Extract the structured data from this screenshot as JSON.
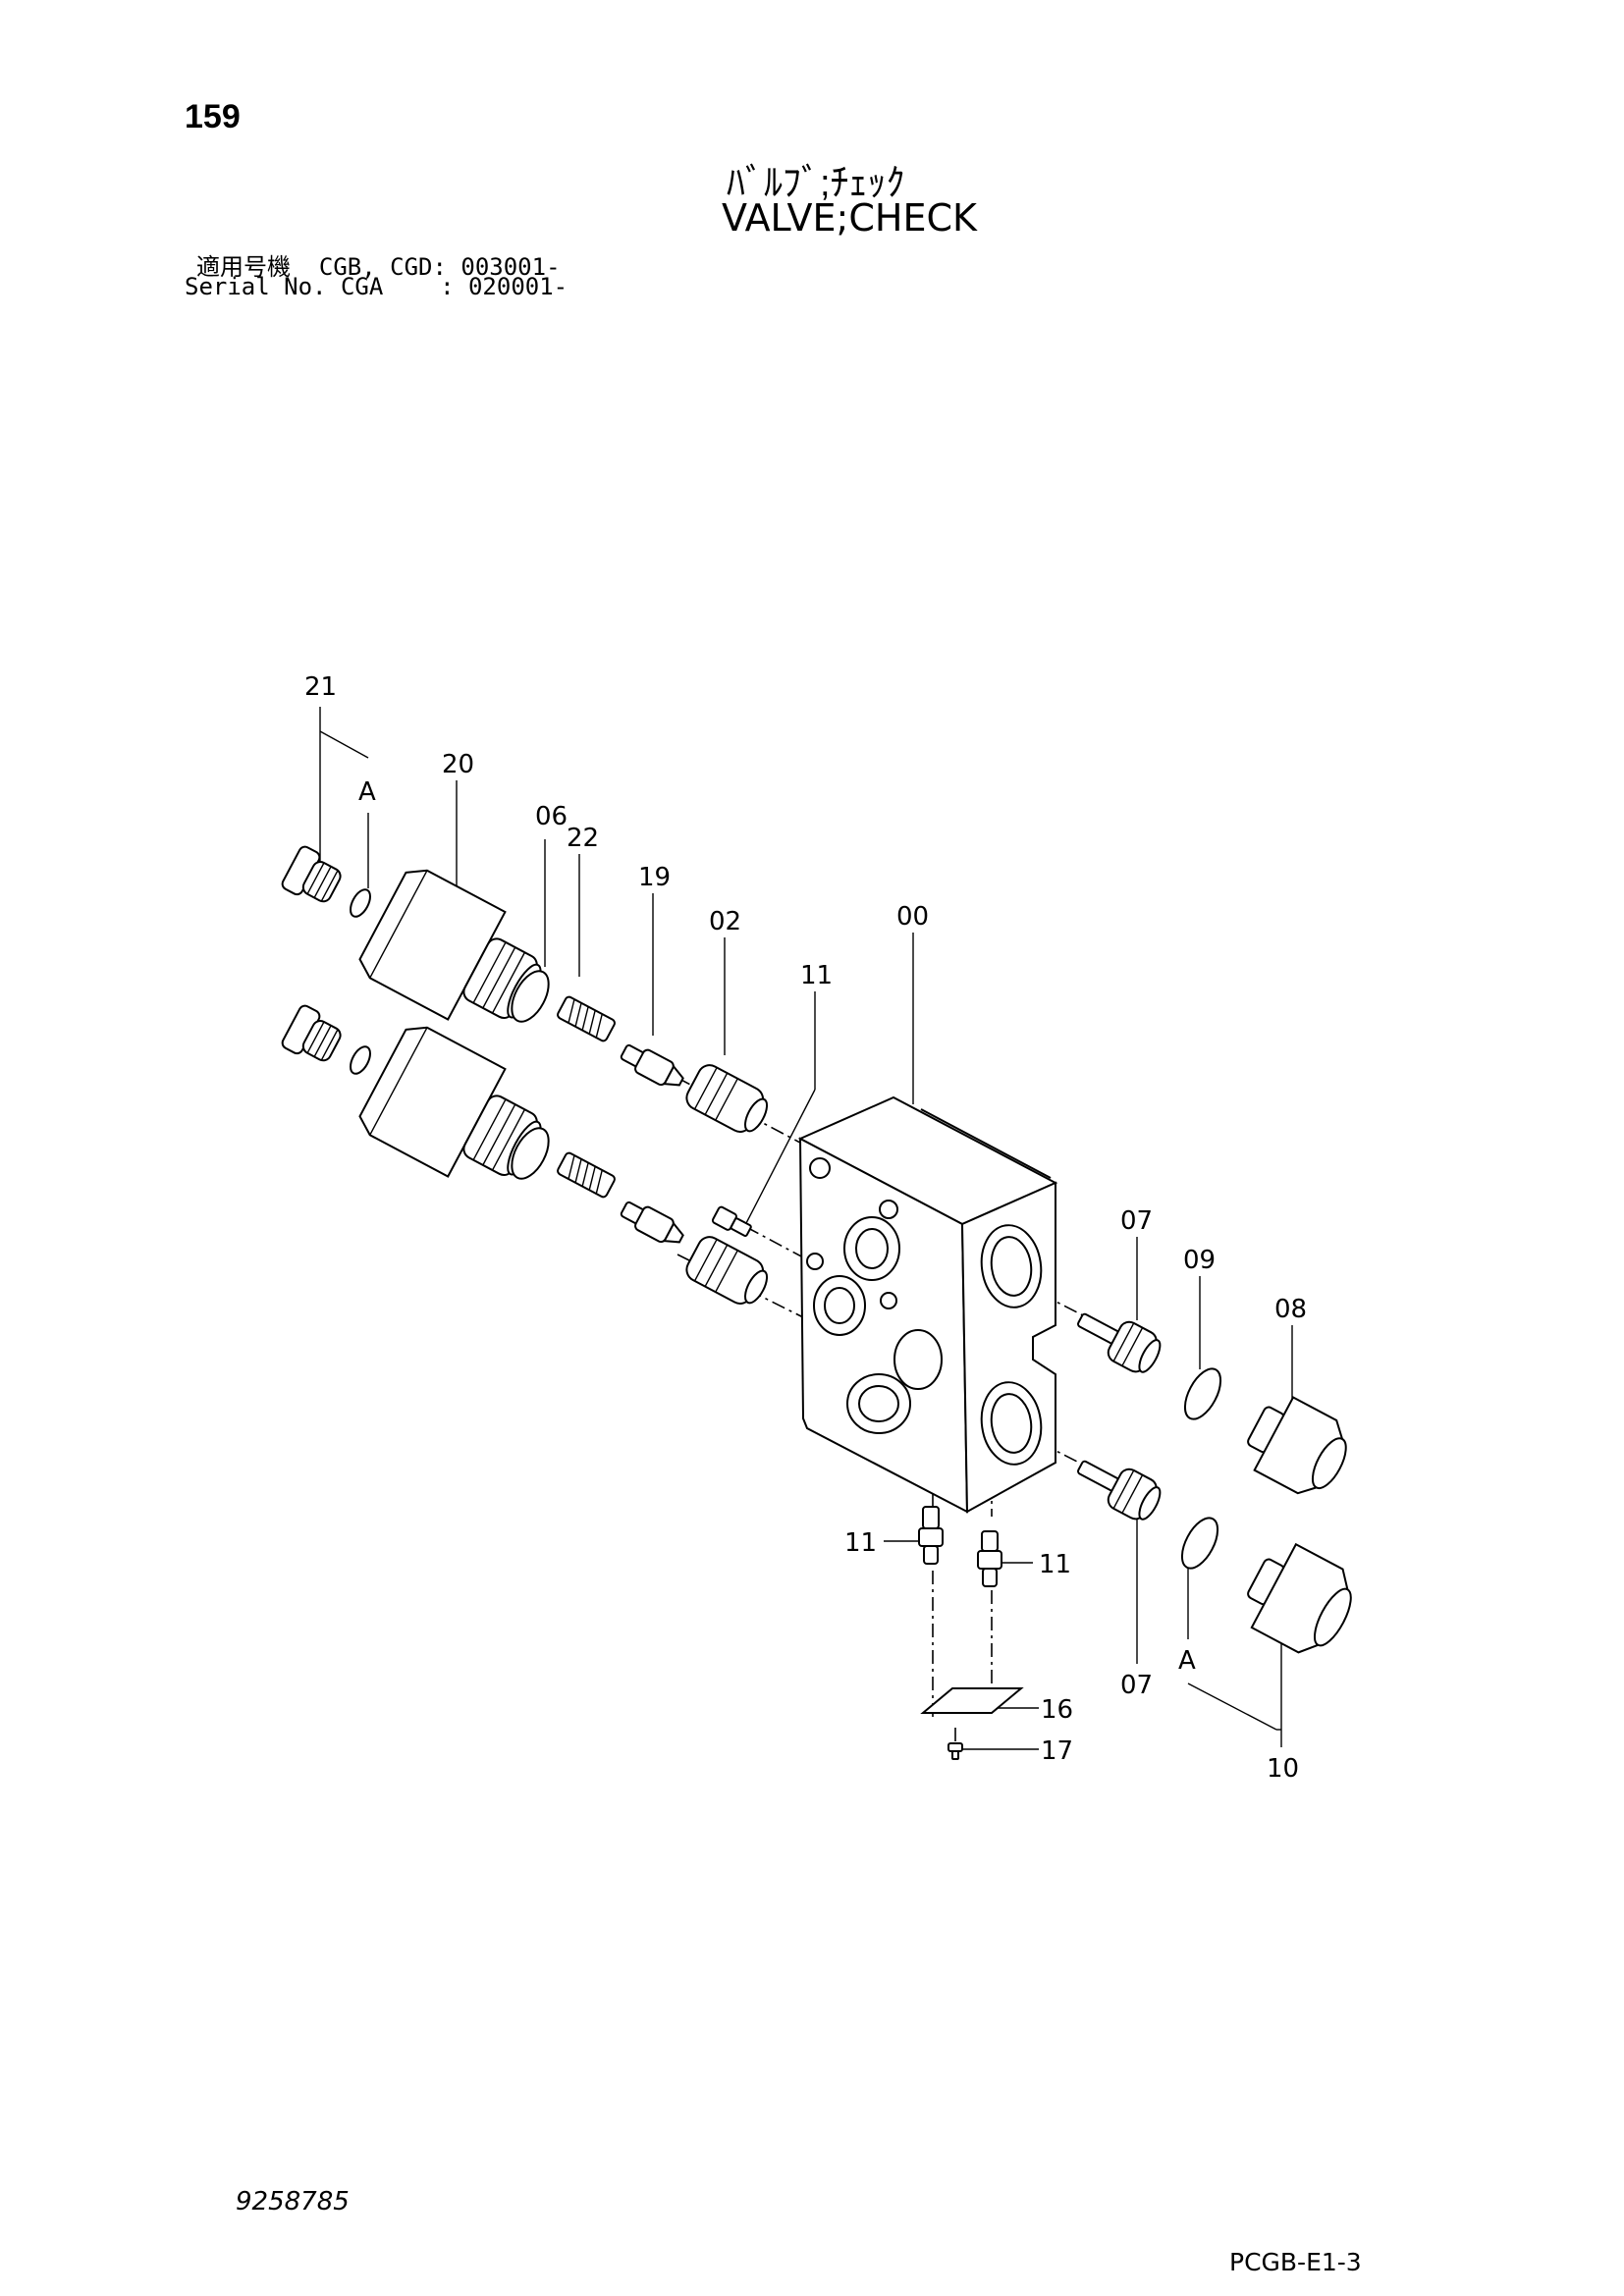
{
  "header": {
    "page_number": "159",
    "title_jp": "ﾊﾞﾙﾌﾞ;ﾁｪｯｸ",
    "title_en": "VALVE;CHECK",
    "serial_line_1": "適用号機  CGB, CGD: 003001-",
    "serial_line_2": "Serial No. CGA    : 020001-"
  },
  "callouts": {
    "c00": "00",
    "c02": "02",
    "c06": "06",
    "c07_top": "07",
    "c07_bottom": "07",
    "c08": "08",
    "c09": "09",
    "c10": "10",
    "c11_top": "11",
    "c11_left": "11",
    "c11_right": "11",
    "c16": "16",
    "c17": "17",
    "c19": "19",
    "c20": "20",
    "c21": "21",
    "c22": "22",
    "detail_a_top": "A",
    "detail_a_bottom": "A"
  },
  "footer": {
    "drawing_number": "9258785",
    "page_code": "PCGB-E1-3"
  }
}
